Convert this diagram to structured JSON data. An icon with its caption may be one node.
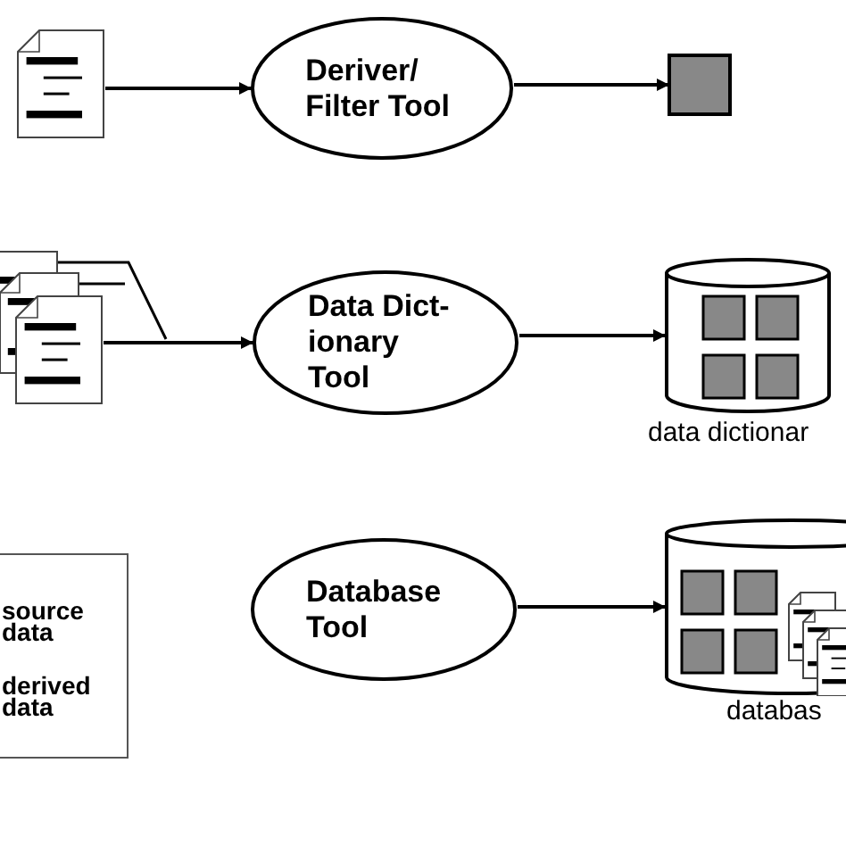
{
  "diagram": {
    "nodes": [
      {
        "text": [],
        "shape": "document"
      },
      {
        "text": [
          "Deriver/ Filter Tool"
        ]
      },
      {
        "text": [],
        "shape": "box"
      },
      {
        "text": [],
        "shape": "document"
      },
      {
        "text": [
          "Data Dict- ionary Tool"
        ]
      },
      {
        "text": [],
        "shape": "cylinder",
        "beside": [
          "data dictionar"
        ]
      },
      {
        "text": [
          "Database Tool"
        ]
      },
      {
        "text": [],
        "shape": "cylinder",
        "beside": [
          "databas"
        ]
      }
    ],
    "edges": [
      {
        "from": 0,
        "to": 1,
        "arrow": "to"
      },
      {
        "from": 1,
        "to": 2,
        "arrow": "to"
      },
      {
        "from": 3,
        "to": 4,
        "arrow": "to"
      },
      {
        "from": 4,
        "to": 5,
        "arrow": "to"
      },
      {
        "from": 6,
        "to": 7,
        "arrow": "to"
      }
    ],
    "legend": [
      {
        "text": "source data"
      },
      {
        "text": "derived data"
      }
    ]
  }
}
